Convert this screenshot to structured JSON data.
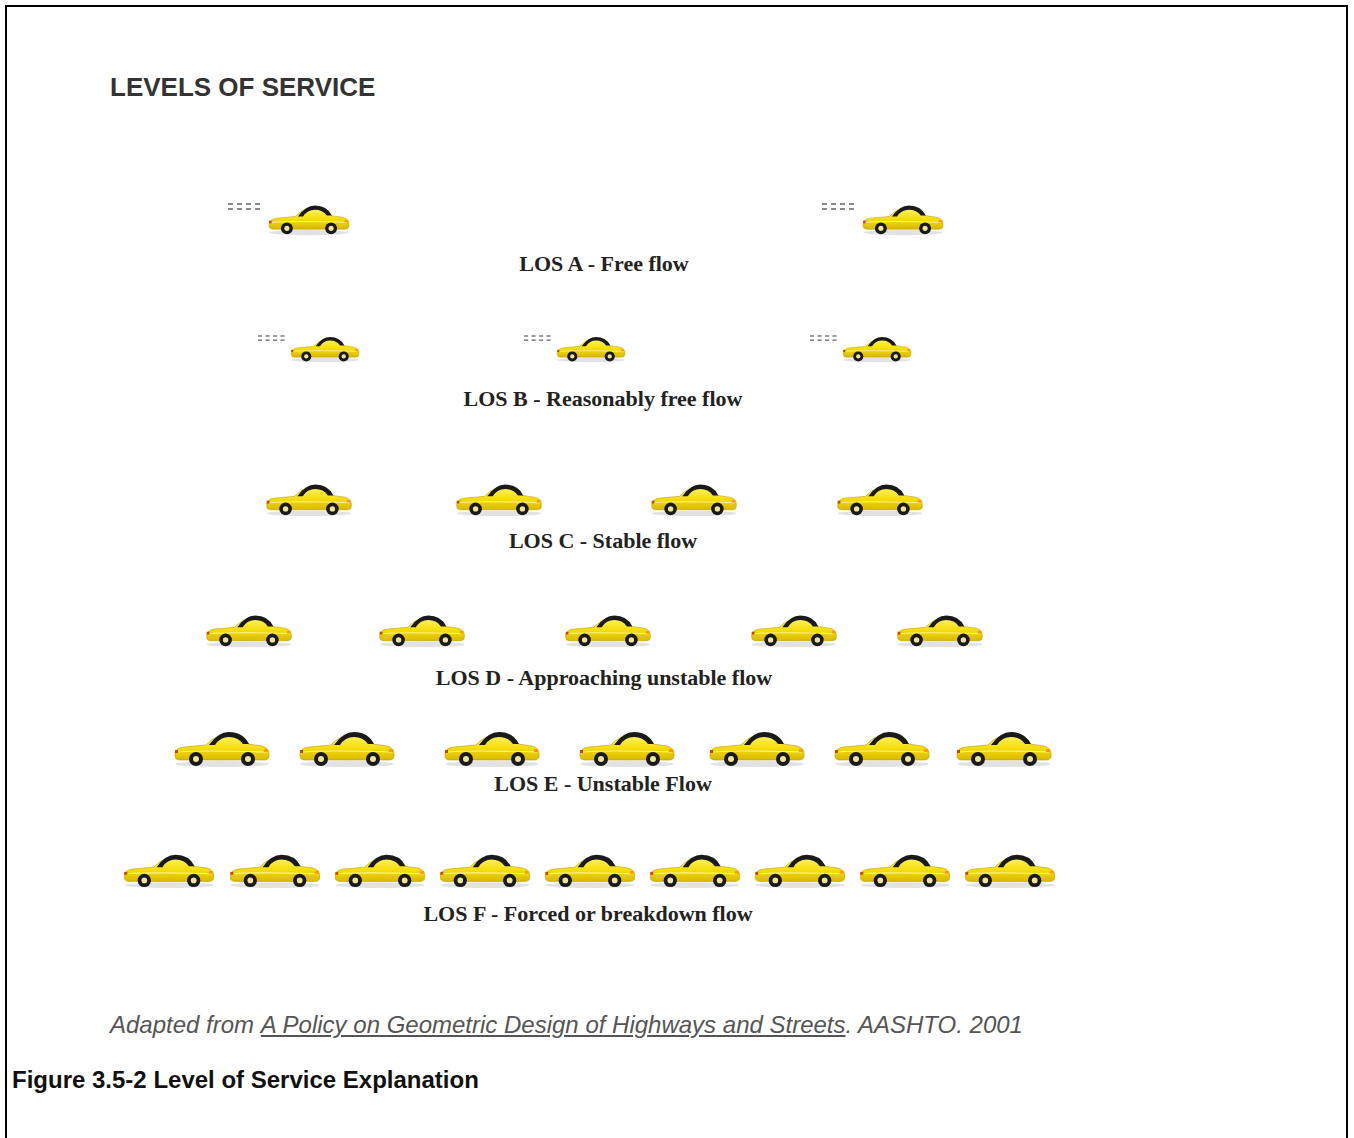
{
  "diagram": {
    "title": "LEVELS OF SERVICE",
    "caption": "Figure 3.5-2 Level of Service Explanation",
    "labels": [
      "LOS A - Free flow",
      "LOS B - Reasonably free flow",
      "LOS C - Stable flow",
      "LOS D - Approaching unstable flow",
      "LOS E - Unstable Flow",
      "LOS F - Forced or breakdown flow",
      "Adapted from",
      "A Policy on Geometric Design of Highways and Streets",
      ". AASHTO. 2001"
    ]
  }
}
